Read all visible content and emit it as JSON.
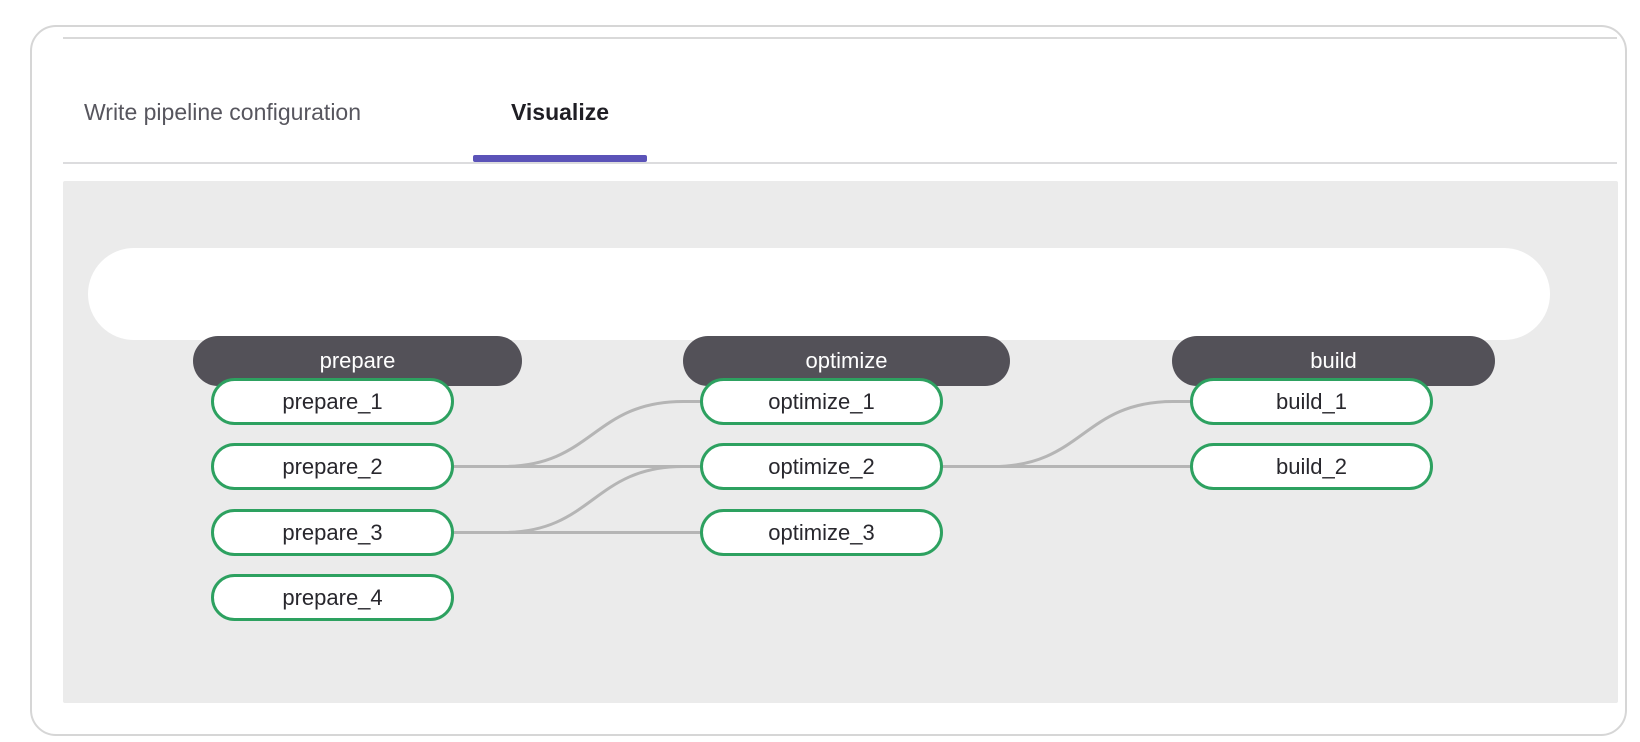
{
  "header": {
    "tabs": [
      {
        "label": "Write pipeline configuration",
        "active": false
      },
      {
        "label": "Visualize",
        "active": true
      }
    ]
  },
  "pipeline": {
    "stages": [
      {
        "name": "prepare",
        "jobs": [
          "prepare_1",
          "prepare_2",
          "prepare_3",
          "prepare_4"
        ]
      },
      {
        "name": "optimize",
        "jobs": [
          "optimize_1",
          "optimize_2",
          "optimize_3"
        ]
      },
      {
        "name": "build",
        "jobs": [
          "build_1",
          "build_2"
        ]
      }
    ],
    "links": [
      {
        "from": "prepare_2",
        "to": "optimize_1"
      },
      {
        "from": "prepare_2",
        "to": "optimize_2"
      },
      {
        "from": "prepare_3",
        "to": "optimize_2"
      },
      {
        "from": "prepare_3",
        "to": "optimize_3"
      },
      {
        "from": "optimize_2",
        "to": "build_1"
      },
      {
        "from": "optimize_2",
        "to": "build_2"
      }
    ]
  },
  "colors": {
    "active_tab_underline": "#5b53b8",
    "job_border_green": "#2da160",
    "stage_pill_bg": "#535158",
    "link_gray": "#b5b5b5",
    "panel_gray": "#ebebeb"
  }
}
